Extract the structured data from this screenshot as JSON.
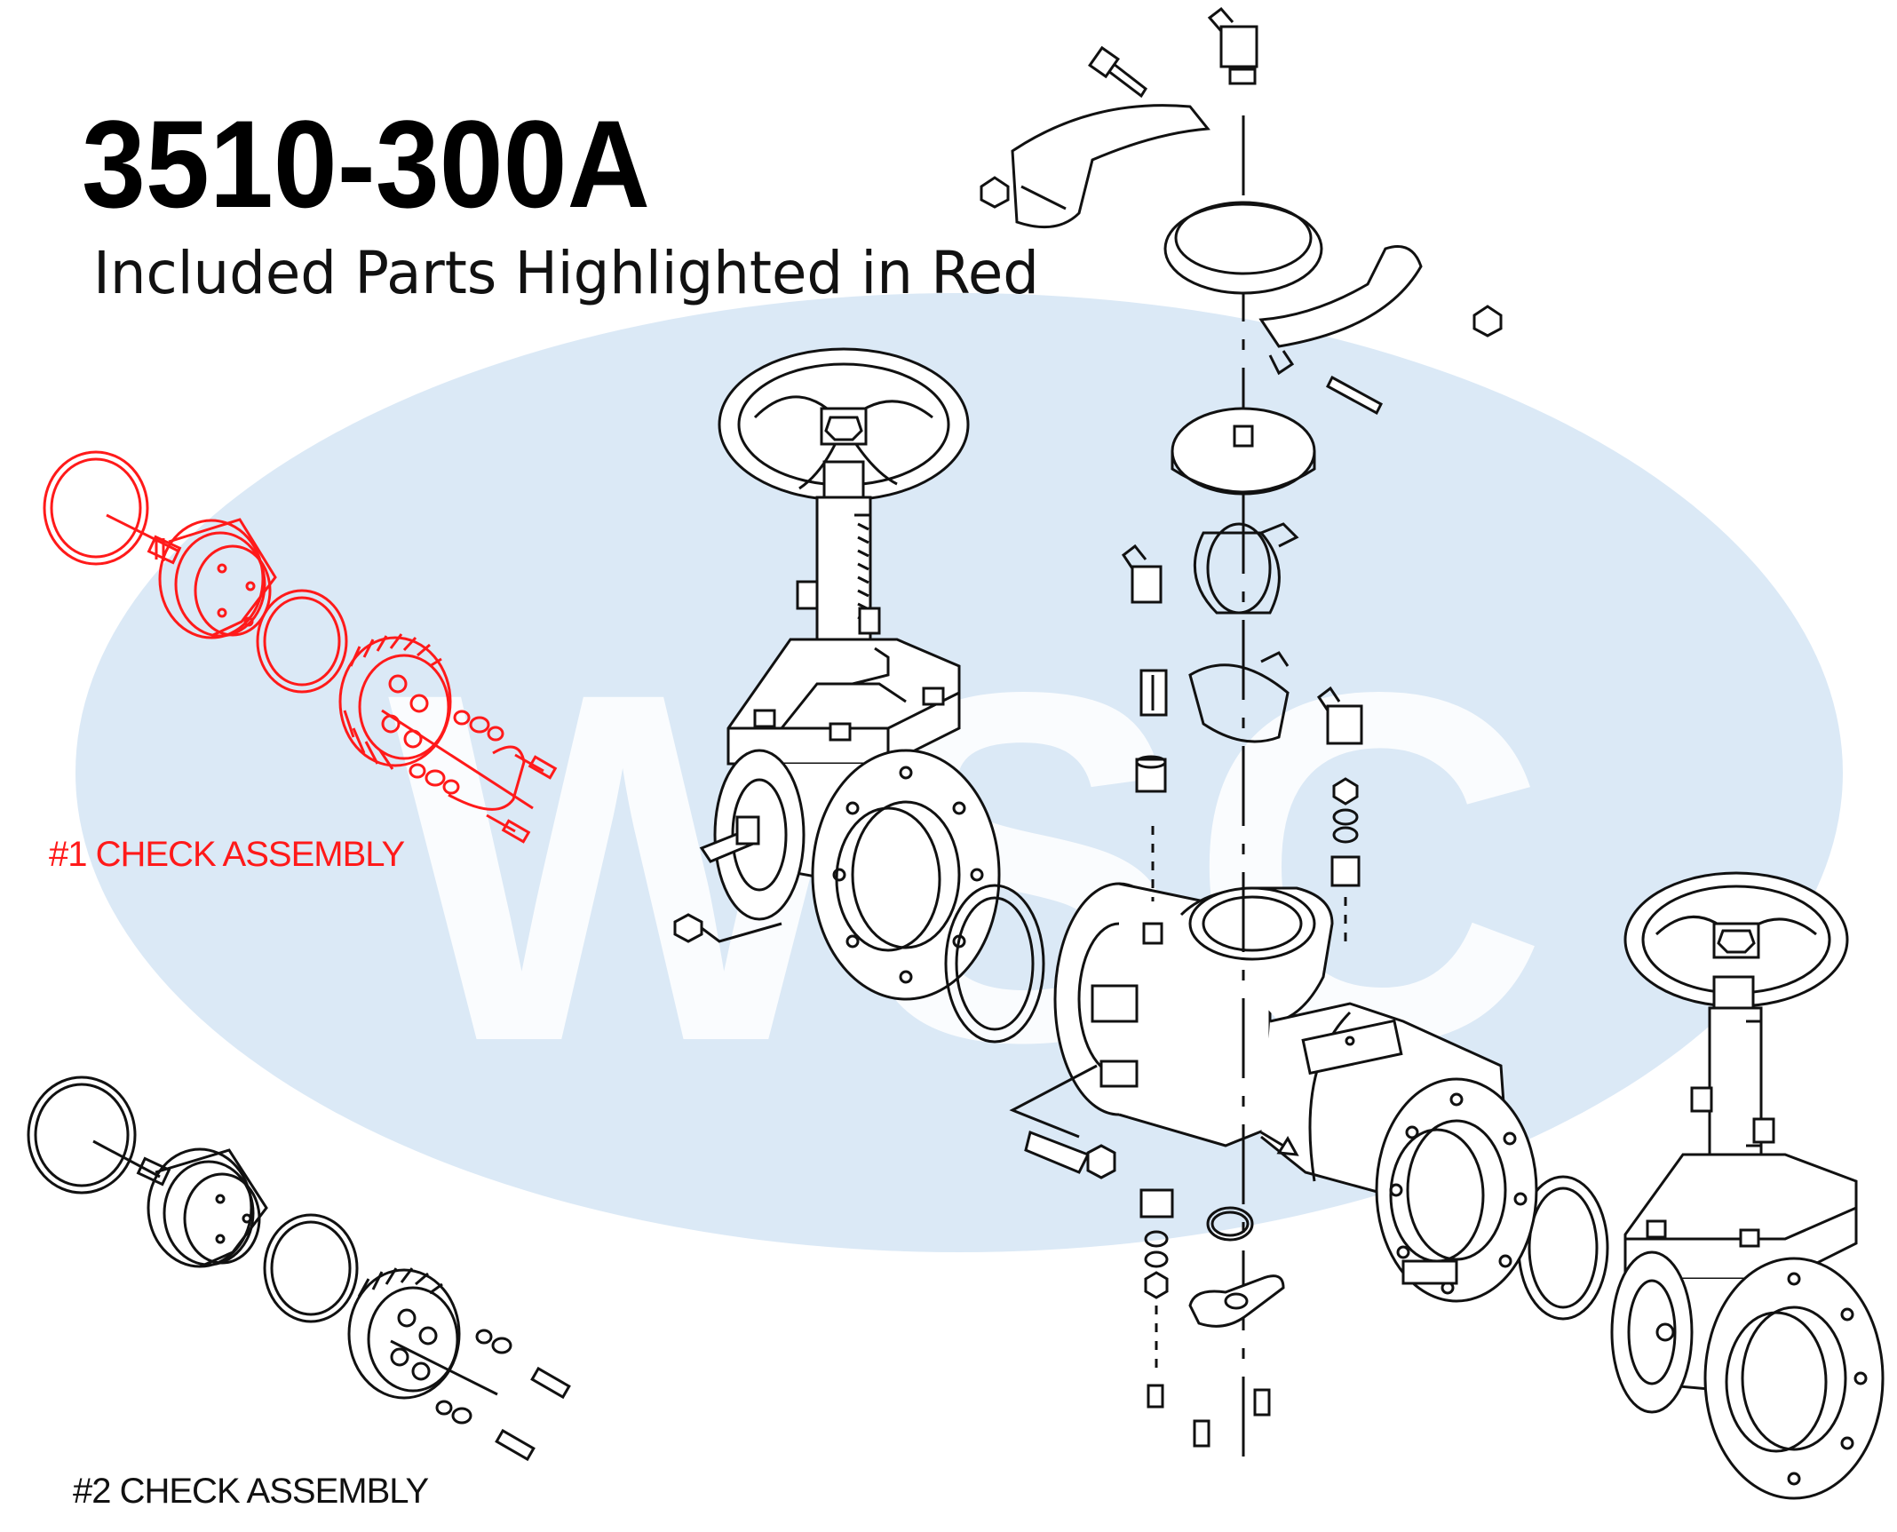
{
  "title": "3510-300A",
  "subtitle": "Included Parts Highlighted in Red",
  "watermark": "WSC",
  "labels": {
    "check1": "#1 CHECK ASSEMBLY",
    "check2": "#2 CHECK ASSEMBLY"
  },
  "colors": {
    "highlight": "#ff1a1a",
    "watermark": "#dbe9f6",
    "line": "#111111"
  }
}
